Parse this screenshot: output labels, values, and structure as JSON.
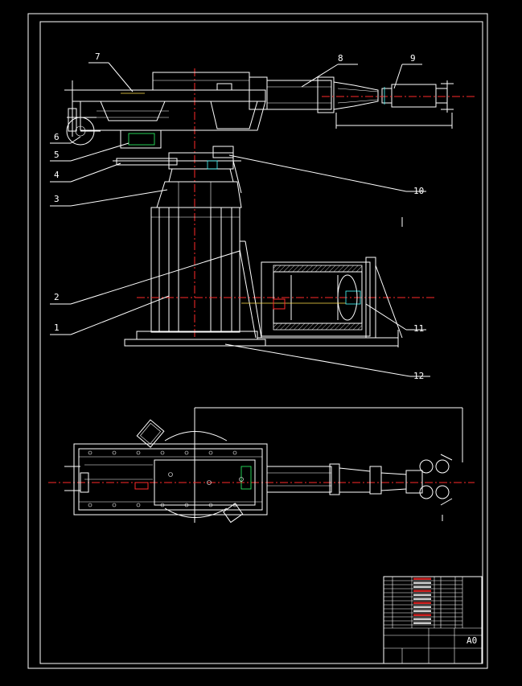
{
  "drawing": {
    "part_labels": [
      "1",
      "2",
      "3",
      "4",
      "5",
      "6",
      "7",
      "8",
      "9",
      "10",
      "11",
      "12"
    ],
    "title_block": {
      "sheet_size": "A0"
    }
  },
  "colors": {
    "background": "#000000",
    "lines": "#ffffff",
    "accent_red": "#ff2a2a",
    "accent_green": "#2cff6a",
    "accent_yellow": "#ffe24a",
    "accent_cyan": "#47ffff"
  }
}
